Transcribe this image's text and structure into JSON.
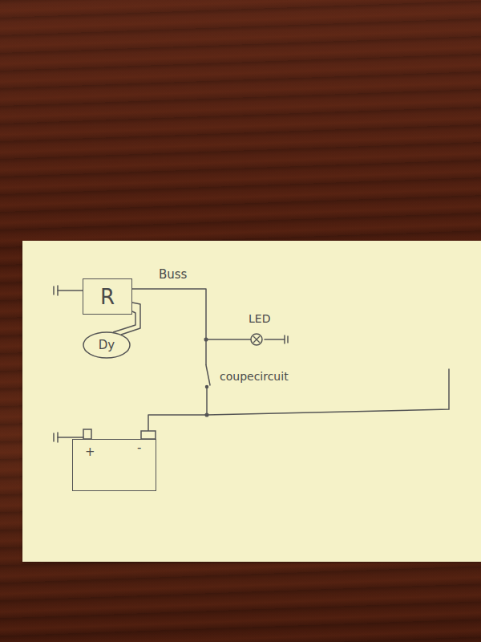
{
  "diagram": {
    "nodes": [
      {
        "text": [
          "R"
        ]
      },
      {
        "text": [
          "Dy"
        ]
      },
      {
        "text": [
          "LED"
        ]
      },
      {
        "text": [
          "+",
          "-"
        ]
      }
    ],
    "edges": [
      {
        "from": 0,
        "to": 1,
        "arrow": "none"
      },
      {
        "from": 0,
        "to": 1,
        "arrow": "none"
      },
      {
        "from": 0,
        "to": 2,
        "arrow": "none"
      },
      {
        "from": 0,
        "to": 3,
        "arrow": "none"
      }
    ],
    "labels": [
      "Buss",
      "coupecircuit"
    ]
  }
}
